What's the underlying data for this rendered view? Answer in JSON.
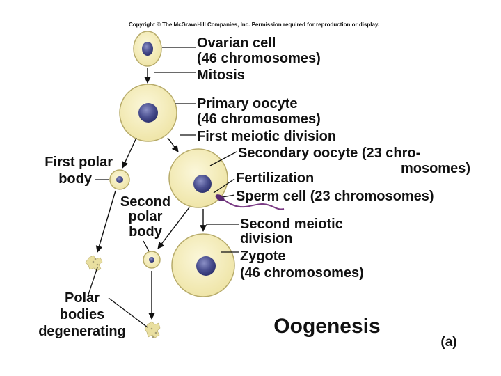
{
  "copyright": "Copyright © The McGraw-Hill Companies, Inc. Permission required for reproduction or display.",
  "labels": {
    "ovarian_cell": [
      "Ovarian cell",
      "(46 chromosomes)"
    ],
    "mitosis": "Mitosis",
    "primary_oocyte": [
      "Primary oocyte",
      "(46 chromosomes)"
    ],
    "first_meiotic_division": "First meiotic division",
    "secondary_oocyte": [
      "Secondary oocyte (23 chro-",
      "mosomes)"
    ],
    "first_polar_body": [
      "First polar",
      "body"
    ],
    "fertilization": "Fertilization",
    "sperm_cell": "Sperm cell (23 chromosomes)",
    "second_polar_body": [
      "Second",
      "polar",
      "body"
    ],
    "second_meiotic_division": [
      "Second meiotic",
      "division"
    ],
    "zygote": [
      "Zygote",
      "(46 chromosomes)"
    ],
    "polar_bodies_degenerating": [
      "Polar",
      "bodies",
      "degenerating"
    ]
  },
  "title": "Oogenesis",
  "panel_tag": "(a)",
  "colors": {
    "cytoplasm": "#f7f1c2",
    "membrane": "#b7ab6a",
    "nucleus": "#4a4f8f",
    "nucleus_highlight": "#8b90c6",
    "sperm_tail": "#7a3a84",
    "lines": "#111111"
  }
}
